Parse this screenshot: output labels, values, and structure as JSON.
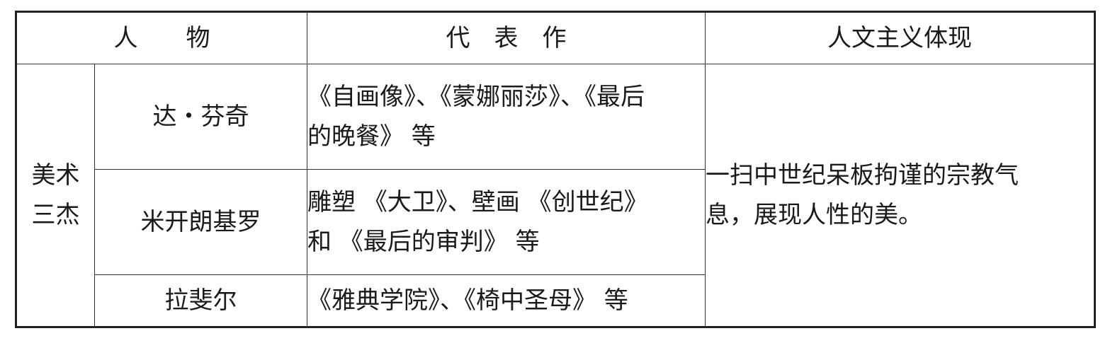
{
  "headers": {
    "person": "人　　物",
    "works": "代　表　作",
    "humanism": "人文主义体现"
  },
  "group_label_line1": "美术",
  "group_label_line2": "三杰",
  "rows": [
    {
      "name": "达・芬奇",
      "works_line1": "《自画像》、《蒙娜丽莎》、《最后",
      "works_line2": "的晚餐》 等"
    },
    {
      "name": "米开朗基罗",
      "works_line1": "雕塑 《大卫》、壁画 《创世纪》",
      "works_line2": "和 《最后的审判》 等"
    },
    {
      "name": "拉斐尔",
      "works_line1": "《雅典学院》、《椅中圣母》 等"
    }
  ],
  "humanism_line1": "一扫中世纪呆板拘谨的宗教气",
  "humanism_line2": "息，展现人性的美。"
}
